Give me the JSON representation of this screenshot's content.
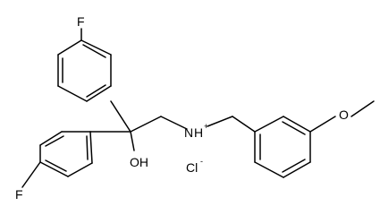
{
  "molecule": {
    "labels": {
      "fluorine_top": "F",
      "fluorine_bottom": "F",
      "hydroxyl": "OH",
      "ammonium_n": "N",
      "ammonium_h": "H",
      "ammonium_charge": "+",
      "methoxy_o": "O",
      "chloride": "Cl",
      "chloride_charge": "-"
    }
  }
}
